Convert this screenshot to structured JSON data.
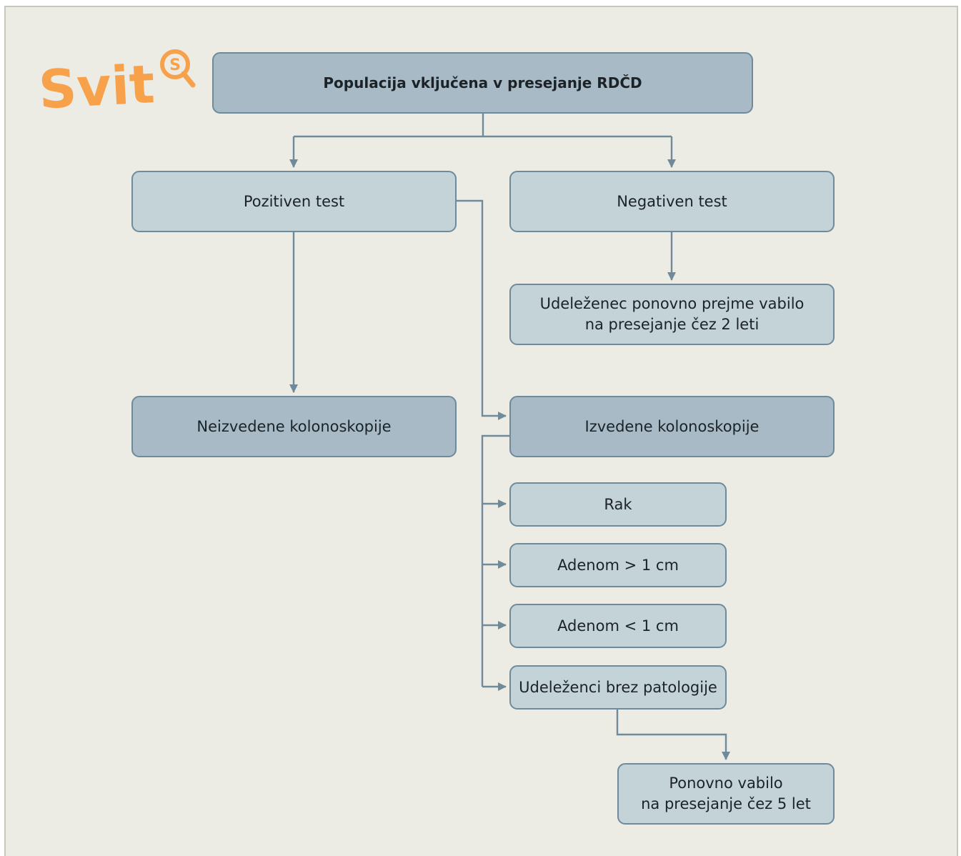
{
  "logo": {
    "text": "Svit",
    "color": "#f7a24b"
  },
  "colors": {
    "background": "#ecece5",
    "box_light": "#c3d3d8",
    "box_dark": "#a7bac5",
    "border": "#6f8b9b",
    "connector": "#6f8b9b"
  },
  "nodes": {
    "root": "Populacija vključena v presejanje RDČD",
    "positive": "Pozitiven test",
    "negative": "Negativen test",
    "reinvite_2": "Udeleženec ponovno prejme vabilo\nna presejanje čez 2 leti",
    "not_performed": "Neizvedene kolonoskopije",
    "performed": "Izvedene kolonoskopije",
    "cancer": "Rak",
    "adenoma_large": "Adenom > 1 cm",
    "adenoma_small": "Adenom < 1 cm",
    "no_pathology": "Udeleženci brez patologije",
    "reinvite_5": "Ponovno vabilo\nna presejanje čez 5 let"
  }
}
